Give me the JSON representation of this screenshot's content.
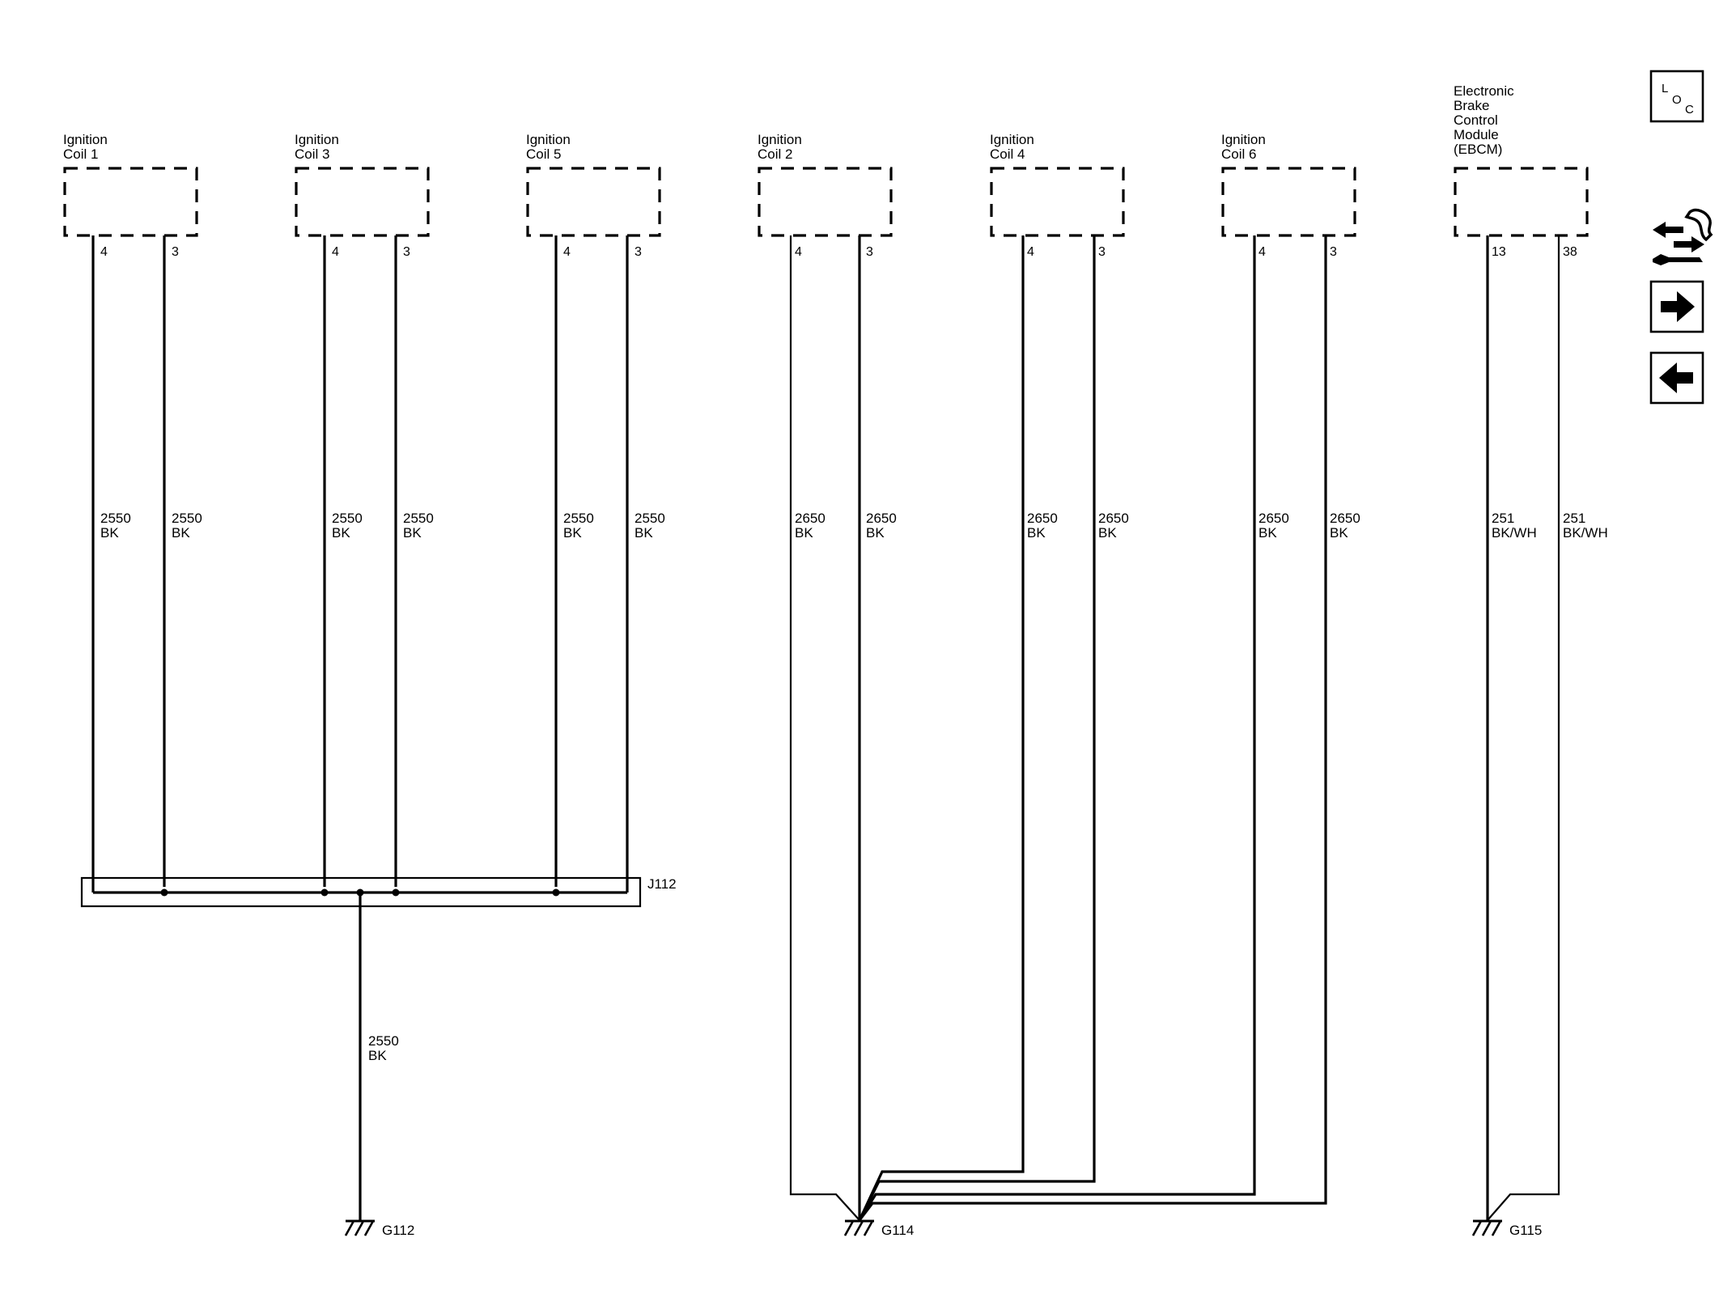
{
  "components": [
    {
      "id": "coil1",
      "name_lines": [
        "Ignition",
        "Coil 1"
      ],
      "pins": [
        "4",
        "3"
      ],
      "wires": [
        {
          "circuit": "2550",
          "color": "BK"
        },
        {
          "circuit": "2550",
          "color": "BK"
        }
      ]
    },
    {
      "id": "coil3",
      "name_lines": [
        "Ignition",
        "Coil 3"
      ],
      "pins": [
        "4",
        "3"
      ],
      "wires": [
        {
          "circuit": "2550",
          "color": "BK"
        },
        {
          "circuit": "2550",
          "color": "BK"
        }
      ]
    },
    {
      "id": "coil5",
      "name_lines": [
        "Ignition",
        "Coil 5"
      ],
      "pins": [
        "4",
        "3"
      ],
      "wires": [
        {
          "circuit": "2550",
          "color": "BK"
        },
        {
          "circuit": "2550",
          "color": "BK"
        }
      ]
    },
    {
      "id": "coil2",
      "name_lines": [
        "Ignition",
        "Coil 2"
      ],
      "pins": [
        "4",
        "3"
      ],
      "wires": [
        {
          "circuit": "2650",
          "color": "BK"
        },
        {
          "circuit": "2650",
          "color": "BK"
        }
      ]
    },
    {
      "id": "coil4",
      "name_lines": [
        "Ignition",
        "Coil 4"
      ],
      "pins": [
        "4",
        "3"
      ],
      "wires": [
        {
          "circuit": "2650",
          "color": "BK"
        },
        {
          "circuit": "2650",
          "color": "BK"
        }
      ]
    },
    {
      "id": "coil6",
      "name_lines": [
        "Ignition",
        "Coil 6"
      ],
      "pins": [
        "4",
        "3"
      ],
      "wires": [
        {
          "circuit": "2650",
          "color": "BK"
        },
        {
          "circuit": "2650",
          "color": "BK"
        }
      ]
    },
    {
      "id": "ebcm",
      "name_lines": [
        "Electronic",
        "Brake",
        "Control",
        "Module",
        "(EBCM)"
      ],
      "pins": [
        "13",
        "38"
      ],
      "wires": [
        {
          "circuit": "251",
          "color": "BK/WH"
        },
        {
          "circuit": "251",
          "color": "BK/WH"
        }
      ]
    }
  ],
  "splice": {
    "name": "J112"
  },
  "splice_wire": {
    "circuit": "2550",
    "color": "BK"
  },
  "grounds": [
    {
      "id": "g112",
      "name": "G112"
    },
    {
      "id": "g114",
      "name": "G114"
    },
    {
      "id": "g115",
      "name": "G115"
    }
  ],
  "side_icons": [
    {
      "id": "loc",
      "name": "location-icon",
      "text_l": "L",
      "text_o": "O",
      "text_c": "C"
    },
    {
      "id": "harness",
      "name": "harness-connector-icon"
    },
    {
      "id": "next",
      "name": "arrow-right-icon"
    },
    {
      "id": "prev",
      "name": "arrow-left-icon"
    }
  ]
}
